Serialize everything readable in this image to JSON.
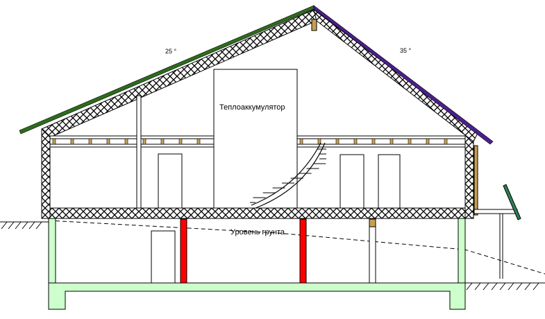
{
  "labels": {
    "heat_accumulator": "Теплоаккумулятор",
    "ground_level": "Уровень грунта",
    "roof_angle_left": "25 °",
    "roof_angle_right": "35 °"
  },
  "colors": {
    "foundation": "#ccffcc",
    "pillar": "#ff0000",
    "roof_left": "#2e6b1e",
    "roof_right": "#4b1f8c",
    "timber": "#c8a050",
    "insulation": "#000000",
    "solar_panel": "#2f7f55"
  }
}
